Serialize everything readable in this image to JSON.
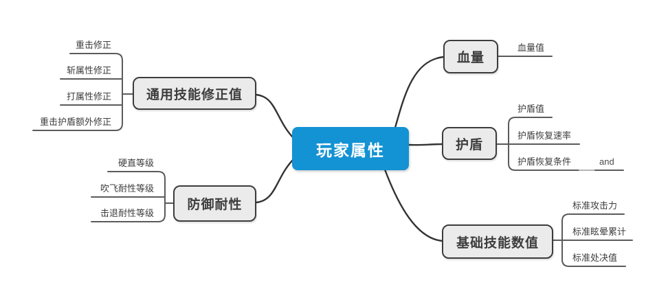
{
  "root": {
    "label": "玩家属性"
  },
  "branches": [
    {
      "label": "通用技能修正值",
      "children": [
        {
          "label": "重击修正"
        },
        {
          "label": "斩属性修正"
        },
        {
          "label": "打属性修正"
        },
        {
          "label": "重击护盾额外修正"
        }
      ]
    },
    {
      "label": "防御耐性",
      "children": [
        {
          "label": "硬直等级"
        },
        {
          "label": "吹飞耐性等级"
        },
        {
          "label": "击退耐性等级"
        }
      ]
    },
    {
      "label": "血量",
      "children": [
        {
          "label": "血量值"
        }
      ]
    },
    {
      "label": "护盾",
      "children": [
        {
          "label": "护盾值"
        },
        {
          "label": "护盾恢复速率"
        },
        {
          "label": "护盾恢复条件",
          "tag": "and"
        }
      ]
    },
    {
      "label": "基础技能数值",
      "children": [
        {
          "label": "标准攻击力"
        },
        {
          "label": "标准眩晕累计"
        },
        {
          "label": "标准处决值"
        }
      ]
    }
  ],
  "colors": {
    "center_bg": "#1392d4",
    "center_text": "#ffffff",
    "node_bg": "#ebebeb",
    "node_border": "#3c3c3c",
    "line": "#5a5a5a",
    "line_light": "#b5b5b5",
    "curve": "#333333",
    "text": "#3d3d3d"
  }
}
